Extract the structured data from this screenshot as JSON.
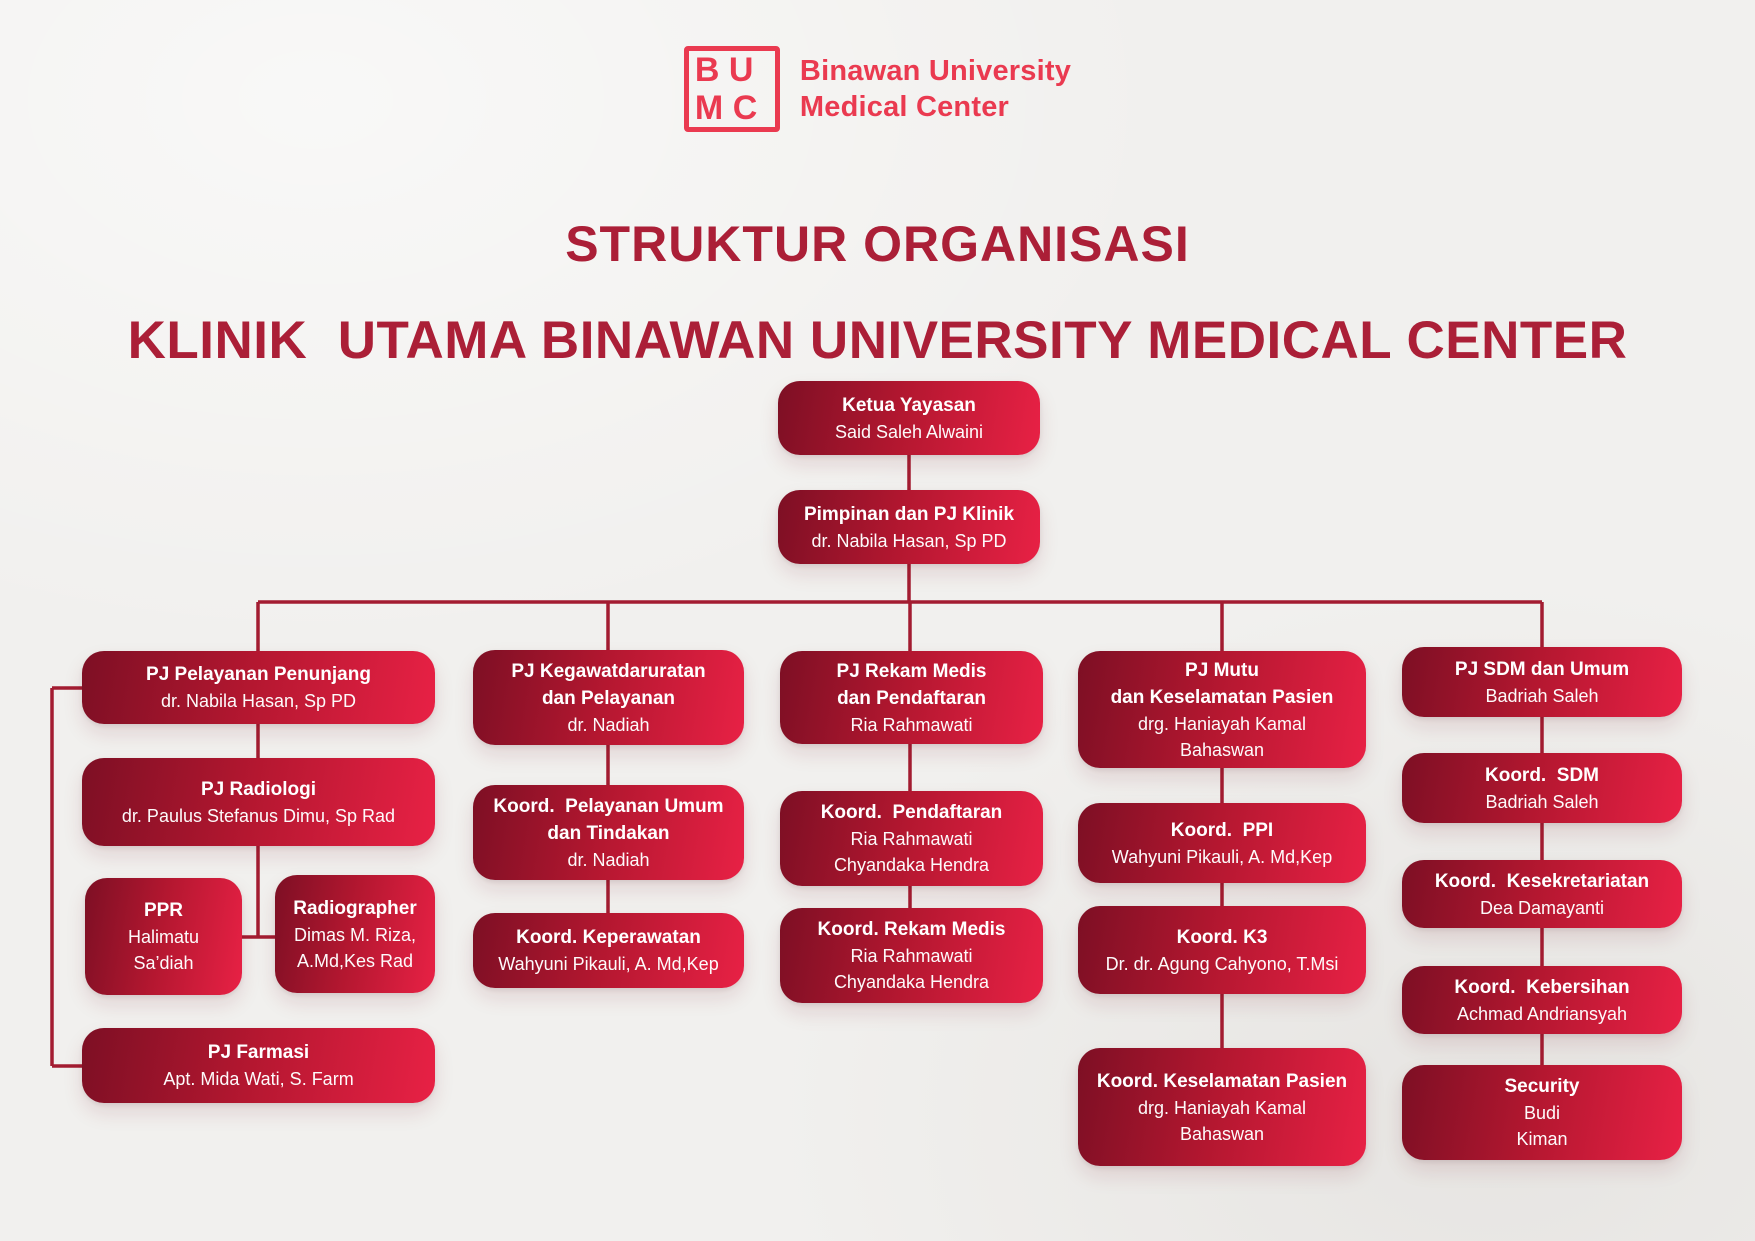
{
  "logo": {
    "square_top": "B U",
    "square_bottom": "M C",
    "brand_line1": "Binawan University",
    "brand_line2": "Medical Center"
  },
  "title": {
    "line1": "STRUKTUR ORGANISASI",
    "line2": "KLINIK  UTAMA BINAWAN UNIVERSITY MEDICAL CENTER"
  },
  "colors": {
    "background": "#f1f0ee",
    "box_gradient_start": "#7d0f24",
    "box_gradient_end": "#e82145",
    "connector": "#a31c31",
    "title_text": "#ab1f37",
    "brand_red": "#ea3a50",
    "box_text": "#ffffff"
  },
  "org": {
    "nodes": [
      {
        "id": "ketua-yayasan",
        "title": "Ketua Yayasan",
        "name": "Said Saleh Alwaini"
      },
      {
        "id": "pimpinan-pj-klinik",
        "title": "Pimpinan dan PJ Klinik",
        "name": "dr. Nabila Hasan, Sp PD"
      },
      {
        "id": "pj-pelayanan-penunjang",
        "title": "PJ Pelayanan Penunjang",
        "name": "dr. Nabila Hasan, Sp PD"
      },
      {
        "id": "pj-radiologi",
        "title": "PJ Radiologi",
        "name": "dr. Paulus Stefanus Dimu, Sp Rad"
      },
      {
        "id": "ppr",
        "title": "PPR",
        "name": "Halimatu\nSa’diah"
      },
      {
        "id": "radiographer",
        "title": "Radiographer",
        "name": "Dimas M. Riza,\nA.Md,Kes Rad"
      },
      {
        "id": "pj-farmasi",
        "title": "PJ Farmasi",
        "name": "Apt. Mida Wati, S. Farm"
      },
      {
        "id": "pj-kegawatdaruratan",
        "title": "PJ Kegawatdaruratan\ndan Pelayanan",
        "name": "dr. Nadiah"
      },
      {
        "id": "koord-pelayanan-umum",
        "title": "Koord.  Pelayanan Umum\ndan Tindakan",
        "name": "dr. Nadiah"
      },
      {
        "id": "koord-keperawatan",
        "title": "Koord. Keperawatan",
        "name": "Wahyuni Pikauli, A. Md,Kep"
      },
      {
        "id": "pj-rekam-medis",
        "title": "PJ Rekam Medis\ndan Pendaftaran",
        "name": "Ria Rahmawati"
      },
      {
        "id": "koord-pendaftaran",
        "title": "Koord.  Pendaftaran",
        "name": "Ria Rahmawati\nChyandaka Hendra"
      },
      {
        "id": "koord-rekam-medis",
        "title": "Koord. Rekam Medis",
        "name": "Ria Rahmawati\nChyandaka Hendra"
      },
      {
        "id": "pj-mutu",
        "title": "PJ Mutu\ndan Keselamatan Pasien",
        "name": "drg. Haniayah Kamal\nBahaswan"
      },
      {
        "id": "koord-ppi",
        "title": "Koord.  PPI",
        "name": "Wahyuni Pikauli, A. Md,Kep"
      },
      {
        "id": "koord-k3",
        "title": "Koord. K3",
        "name": "Dr. dr. Agung Cahyono, T.Msi"
      },
      {
        "id": "koord-keselamatan-pasien",
        "title": "Koord. Keselamatan Pasien",
        "name": "drg. Haniayah Kamal\nBahaswan"
      },
      {
        "id": "pj-sdm",
        "title": "PJ SDM dan Umum",
        "name": "Badriah Saleh"
      },
      {
        "id": "koord-sdm",
        "title": "Koord.  SDM",
        "name": "Badriah Saleh"
      },
      {
        "id": "koord-kesekretariatan",
        "title": "Koord.  Kesekretariatan",
        "name": "Dea Damayanti"
      },
      {
        "id": "koord-kebersihan",
        "title": "Koord.  Kebersihan",
        "name": "Achmad Andriansyah"
      },
      {
        "id": "security",
        "title": "Security",
        "name": "Budi\nKiman"
      }
    ]
  }
}
